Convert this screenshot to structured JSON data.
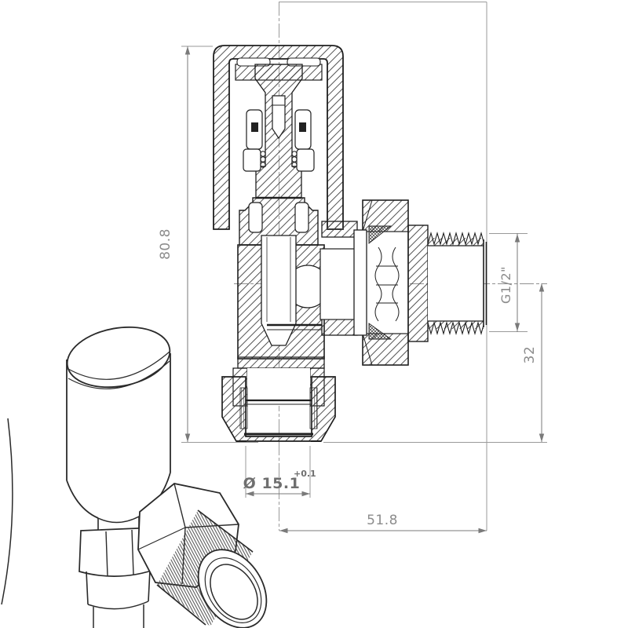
{
  "page": {
    "background": "#ffffff"
  },
  "colors": {
    "outline": "#1f1f1f",
    "hatch_line": "#3f3f3f",
    "dimension_line": "#7a7a7a",
    "extension_line": "#9a9a9a",
    "dimension_text": "#8c8c8c",
    "bore_dimension_text": "#6f6f6f"
  },
  "dimensions": {
    "overall_height": {
      "label": "80.8"
    },
    "thread_size": {
      "label": "G1/2\""
    },
    "center_to_base": {
      "label": "32"
    },
    "bore_diameter": {
      "label": "Ø 15.1",
      "tolerance": "+0.1"
    },
    "center_to_thread_tip": {
      "label": "51.8"
    }
  }
}
